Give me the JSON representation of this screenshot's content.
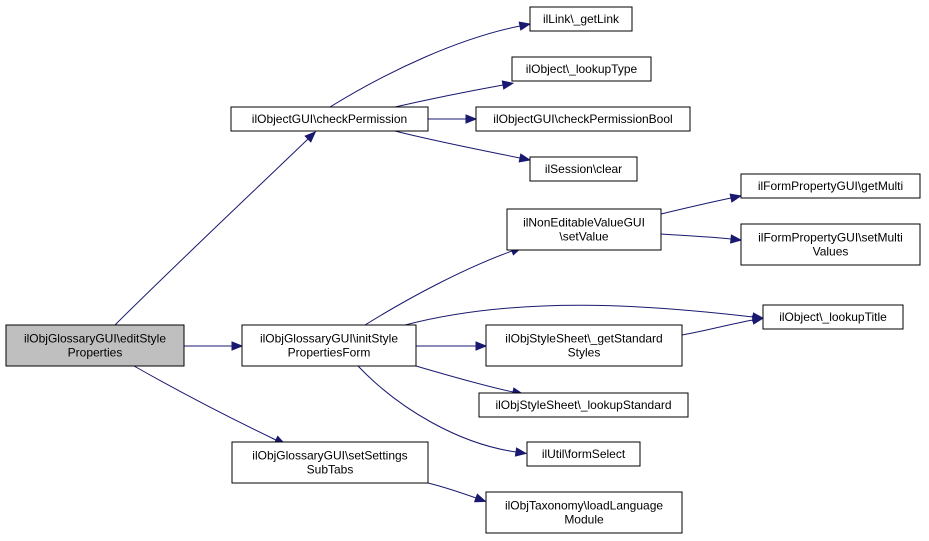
{
  "nodes": [
    {
      "id": "root",
      "lines": [
        "ilObjGlossaryGUI\\editStyle",
        "Properties"
      ]
    },
    {
      "id": "checkPermission",
      "lines": [
        "ilObjectGUI\\checkPermission"
      ]
    },
    {
      "id": "initStyleForm",
      "lines": [
        "ilObjGlossaryGUI\\initStyle",
        "PropertiesForm"
      ]
    },
    {
      "id": "setSettingsSubTabs",
      "lines": [
        "ilObjGlossaryGUI\\setSettings",
        "SubTabs"
      ]
    },
    {
      "id": "getLink",
      "lines": [
        "ilLink\\_getLink"
      ]
    },
    {
      "id": "lookupType",
      "lines": [
        "ilObject\\_lookupType"
      ]
    },
    {
      "id": "checkPermissionBool",
      "lines": [
        "ilObjectGUI\\checkPermissionBool"
      ]
    },
    {
      "id": "sessionClear",
      "lines": [
        "ilSession\\clear"
      ]
    },
    {
      "id": "nonEditableSetValue",
      "lines": [
        "ilNonEditableValueGUI",
        "\\setValue"
      ]
    },
    {
      "id": "getMulti",
      "lines": [
        "ilFormPropertyGUI\\getMulti"
      ]
    },
    {
      "id": "setMultiValues",
      "lines": [
        "ilFormPropertyGUI\\setMulti",
        "Values"
      ]
    },
    {
      "id": "lookupTitle",
      "lines": [
        "ilObject\\_lookupTitle"
      ]
    },
    {
      "id": "getStandardStyles",
      "lines": [
        "ilObjStyleSheet\\_getStandard",
        "Styles"
      ]
    },
    {
      "id": "lookupStandard",
      "lines": [
        "ilObjStyleSheet\\_lookupStandard"
      ]
    },
    {
      "id": "formSelect",
      "lines": [
        "ilUtil\\formSelect"
      ]
    },
    {
      "id": "loadLanguageModule",
      "lines": [
        "ilObjTaxonomy\\loadLanguage",
        "Module"
      ]
    }
  ],
  "edges": [
    {
      "from": "root",
      "to": "checkPermission"
    },
    {
      "from": "root",
      "to": "initStyleForm"
    },
    {
      "from": "root",
      "to": "setSettingsSubTabs"
    },
    {
      "from": "checkPermission",
      "to": "getLink"
    },
    {
      "from": "checkPermission",
      "to": "lookupType"
    },
    {
      "from": "checkPermission",
      "to": "checkPermissionBool"
    },
    {
      "from": "checkPermission",
      "to": "sessionClear"
    },
    {
      "from": "initStyleForm",
      "to": "nonEditableSetValue"
    },
    {
      "from": "initStyleForm",
      "to": "lookupTitle"
    },
    {
      "from": "initStyleForm",
      "to": "getStandardStyles"
    },
    {
      "from": "initStyleForm",
      "to": "lookupStandard"
    },
    {
      "from": "initStyleForm",
      "to": "formSelect"
    },
    {
      "from": "nonEditableSetValue",
      "to": "getMulti"
    },
    {
      "from": "nonEditableSetValue",
      "to": "setMultiValues"
    },
    {
      "from": "getStandardStyles",
      "to": "lookupTitle"
    },
    {
      "from": "setSettingsSubTabs",
      "to": "loadLanguageModule"
    }
  ],
  "colors": {
    "edge": "#191970",
    "node_border": "#000000",
    "node_fill": "#ffffff",
    "root_fill": "#bfbfbf"
  }
}
